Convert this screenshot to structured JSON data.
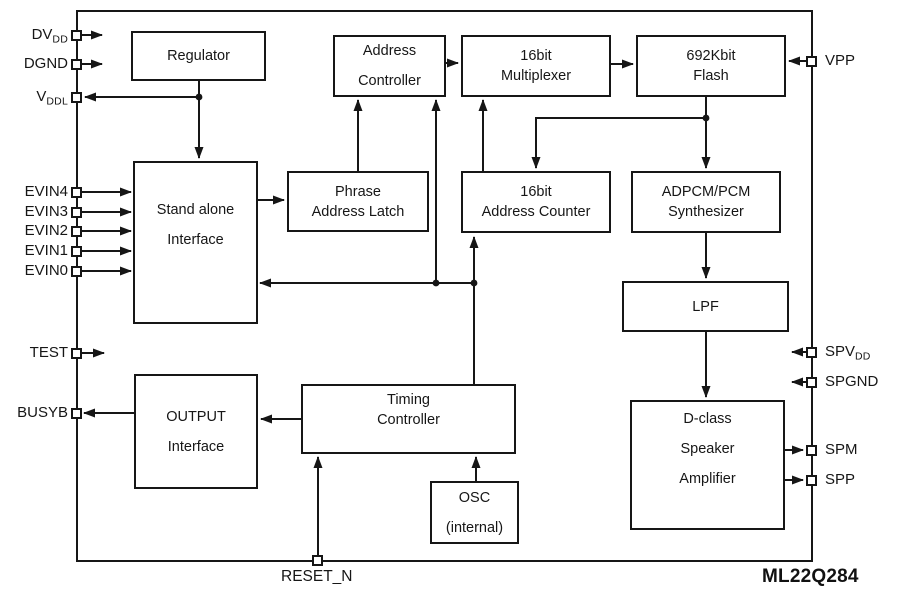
{
  "chip_label": "ML22Q284",
  "blocks": {
    "regulator": {
      "lines": [
        "Regulator"
      ]
    },
    "address_controller": {
      "lines": [
        "Address",
        "Controller"
      ]
    },
    "multiplexer_16bit": {
      "lines": [
        "16bit",
        "Multiplexer"
      ]
    },
    "flash_692kbit": {
      "lines": [
        "692Kbit",
        "Flash"
      ]
    },
    "standalone_interface": {
      "lines": [
        "Stand alone",
        "Interface"
      ]
    },
    "phrase_address_latch": {
      "lines": [
        "Phrase",
        "Address Latch"
      ]
    },
    "address_counter_16bit": {
      "lines": [
        "16bit",
        "Address Counter"
      ]
    },
    "adpcm_pcm_synthesizer": {
      "lines": [
        "ADPCM/PCM",
        "Synthesizer"
      ]
    },
    "lpf": {
      "lines": [
        "LPF"
      ]
    },
    "output_interface": {
      "lines": [
        "OUTPUT",
        "Interface"
      ]
    },
    "timing_controller": {
      "lines": [
        "Timing",
        "Controller"
      ]
    },
    "osc_internal": {
      "lines": [
        "OSC",
        "(internal)"
      ]
    },
    "dclass_speaker_amp": {
      "lines": [
        "D-class",
        "Speaker",
        "Amplifier"
      ]
    }
  },
  "pins": {
    "dvdd": {
      "main": "DV",
      "sub": "DD"
    },
    "dgnd": {
      "main": "DGND",
      "sub": ""
    },
    "vddl": {
      "main": "V",
      "sub": "DDL"
    },
    "evin4": {
      "main": "EVIN4",
      "sub": ""
    },
    "evin3": {
      "main": "EVIN3",
      "sub": ""
    },
    "evin2": {
      "main": "EVIN2",
      "sub": ""
    },
    "evin1": {
      "main": "EVIN1",
      "sub": ""
    },
    "evin0": {
      "main": "EVIN0",
      "sub": ""
    },
    "test": {
      "main": "TEST",
      "sub": ""
    },
    "busyb": {
      "main": "BUSYB",
      "sub": ""
    },
    "vpp": {
      "main": "VPP",
      "sub": ""
    },
    "spvdd": {
      "main": "SPV",
      "sub": "DD"
    },
    "spgnd": {
      "main": "SPGND",
      "sub": ""
    },
    "spm": {
      "main": "SPM",
      "sub": ""
    },
    "spp": {
      "main": "SPP",
      "sub": ""
    },
    "reset_n": {
      "main": "RESET_N",
      "sub": ""
    }
  },
  "colors": {
    "line": "#161616",
    "background": "#ffffff"
  }
}
